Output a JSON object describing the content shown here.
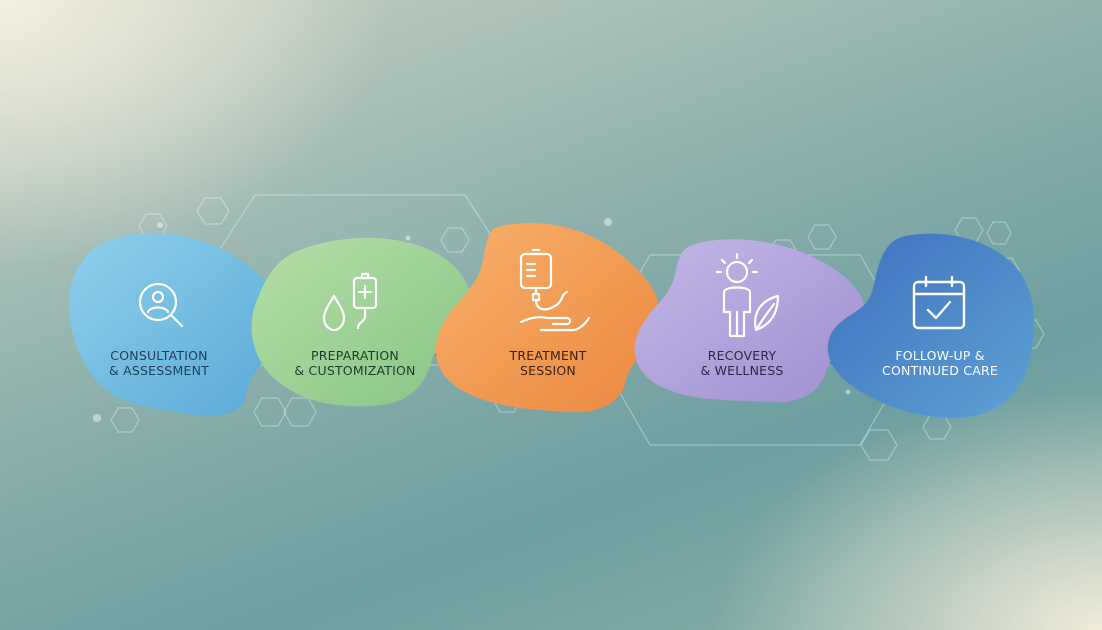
{
  "steps": [
    {
      "line1": "CONSULTATION",
      "line2": "& ASSESSMENT",
      "icon": "magnifier-person-icon",
      "color": "#7cc3e2",
      "text_color": "#1f3f55"
    },
    {
      "line1": "PREPARATION",
      "line2": "& CUSTOMIZATION",
      "icon": "drop-iv-bag-icon",
      "color": "#9fd19a",
      "text_color": "#1f3a2a"
    },
    {
      "line1": "TREATMENT",
      "line2": "SESSION",
      "icon": "iv-drip-hand-icon",
      "color": "#f29a54",
      "text_color": "#3a2210"
    },
    {
      "line1": "RECOVERY",
      "line2": "& WELLNESS",
      "icon": "person-leaf-icon",
      "color": "#b2a2d8",
      "text_color": "#2e2645"
    },
    {
      "line1": "FOLLOW-UP &",
      "line2": "CONTINUED CARE",
      "icon": "calendar-check-icon",
      "color": "#4f86c8",
      "text_color": "#ffffff"
    }
  ]
}
